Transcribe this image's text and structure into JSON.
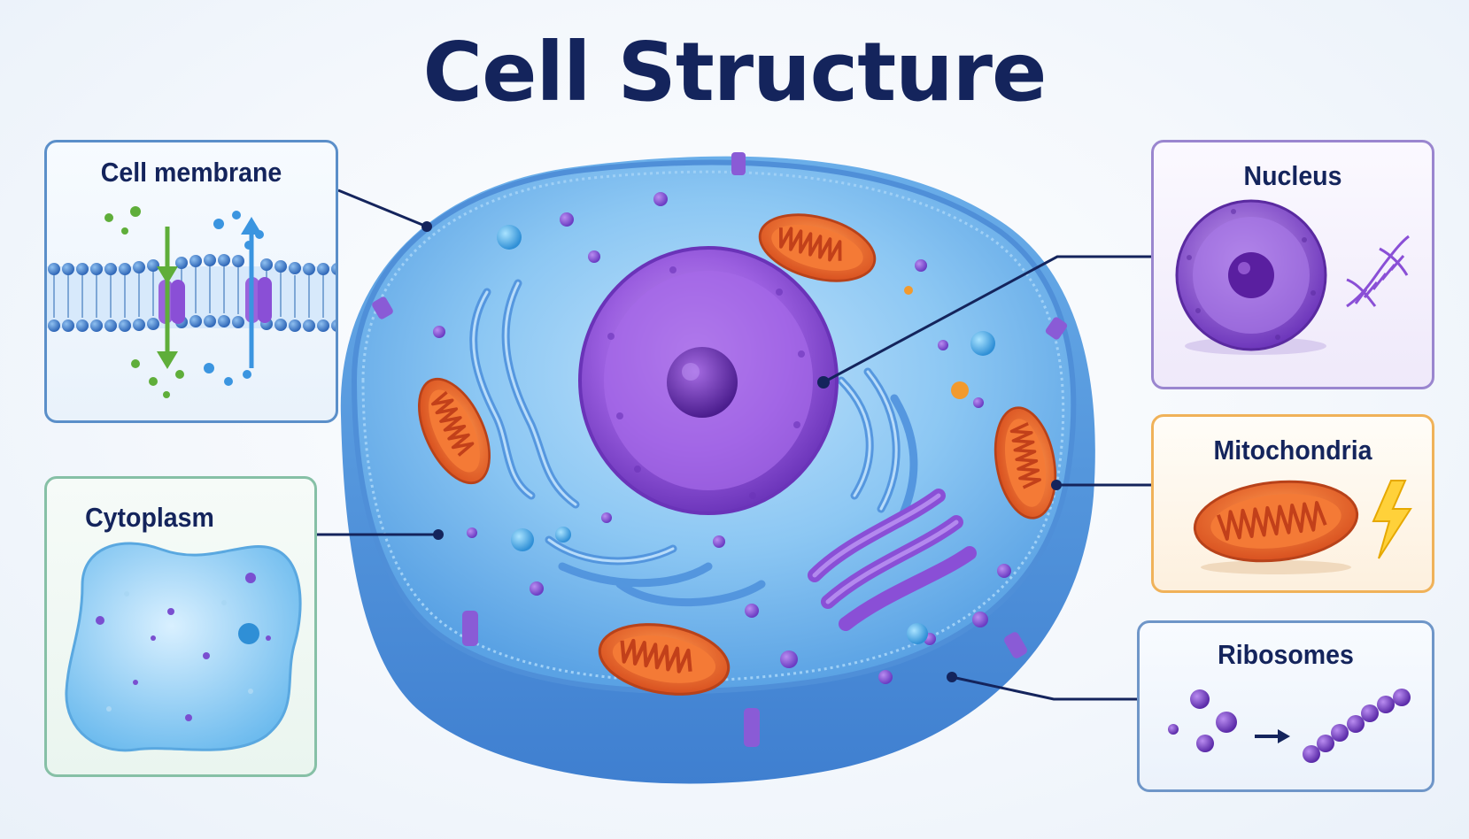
{
  "title": "Cell Structure",
  "labels": {
    "membrane": "Cell membrane",
    "cytoplasm": "Cytoplasm",
    "nucleus": "Nucleus",
    "mitochondria": "Mitochondria",
    "ribosomes": "Ribosomes"
  },
  "colors": {
    "title": "#14245c",
    "cell_blue": "#5da3e6",
    "nucleus_purple": "#8a4fd6",
    "mito_orange": "#e8662a",
    "membrane_border": "#5b8fc9",
    "cytoplasm_border": "#86c0a6",
    "nucleus_border": "#9a86cf",
    "mito_border": "#f0b259",
    "ribo_border": "#6f96c8"
  },
  "icons": [
    "dna-icon",
    "lightning-icon",
    "arrow-right-icon",
    "arrow-up-icon",
    "arrow-down-icon"
  ]
}
